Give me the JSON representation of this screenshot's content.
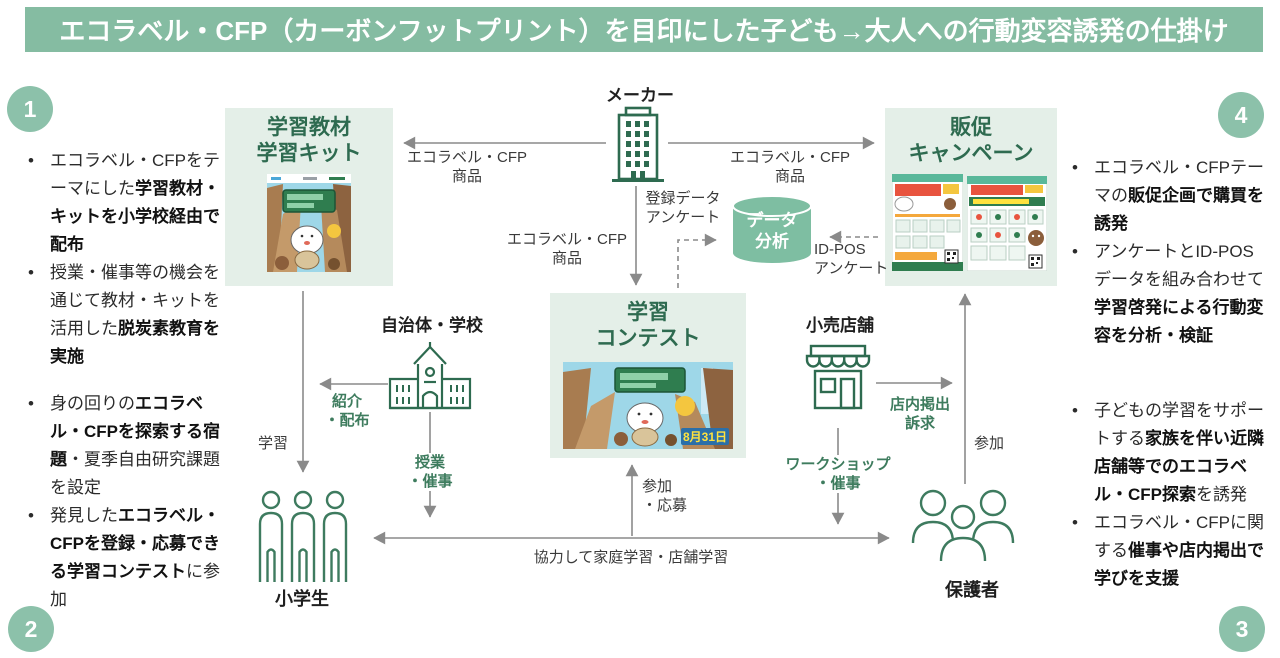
{
  "banner": {
    "title": "エコラベル・CFP（カーボンフットプリント）を目印にした子ども→大人への行動変容誘発の仕掛け"
  },
  "badges": {
    "b1": "1",
    "b2": "2",
    "b3": "3",
    "b4": "4"
  },
  "colors": {
    "banner_green": "#85BCA2",
    "badge_green": "#8CC1AA",
    "box_green": "#E4EFE8",
    "dark_green": "#2E6B50",
    "label_green": "#3E7C5E",
    "cylinder_green": "#7EBEA2",
    "arrow_gray": "#8A8A8A"
  },
  "icons": {
    "maker": "office-building-icon",
    "school": "school-building-icon",
    "store": "storefront-icon",
    "students": "three-children-icon",
    "guardians": "family-group-icon",
    "analysis": "database-cylinder-icon"
  },
  "notes": {
    "block1": [
      {
        "segments": [
          {
            "t": "エコラベル・CFPをテーマにした"
          },
          {
            "t": "学習教材・キットを小学校経由で配布",
            "b": true
          }
        ]
      },
      {
        "segments": [
          {
            "t": "授業・催事等の機会を通じて教材・キットを活用した"
          },
          {
            "t": "脱炭素教育を実施",
            "b": true
          }
        ]
      }
    ],
    "block2": [
      {
        "segments": [
          {
            "t": "身の回りの"
          },
          {
            "t": "エコラベル・CFPを探索する宿題",
            "b": true
          },
          {
            "t": "・夏季自由研究課題を設定"
          }
        ]
      },
      {
        "segments": [
          {
            "t": "発見した"
          },
          {
            "t": "エコラベル・CFPを登録・応募できる学習コンテスト",
            "b": true
          },
          {
            "t": "に参加"
          }
        ]
      }
    ],
    "block3": [
      {
        "segments": [
          {
            "t": "子どもの学習をサポートする"
          },
          {
            "t": "家族を伴い近隣店舗等でのエコラベル・CFP探索",
            "b": true
          },
          {
            "t": "を誘発"
          }
        ]
      },
      {
        "segments": [
          {
            "t": "エコラベル・CFPに関する"
          },
          {
            "t": "催事や店内掲出で学びを支援",
            "b": true
          }
        ]
      }
    ],
    "block4": [
      {
        "segments": [
          {
            "t": "エコラベル・CFPテーマの"
          },
          {
            "t": "販促企画で購買を誘発",
            "b": true
          }
        ]
      },
      {
        "segments": [
          {
            "t": "アンケートとID-POSデータを組み合わせて"
          },
          {
            "t": "学習啓発による行動変容を分析・検証",
            "b": true
          }
        ]
      }
    ]
  },
  "nodes": {
    "maker": "メーカー",
    "materials": "学習教材\n学習キット",
    "promo": "販促\nキャンペーン",
    "contest": "学習\nコンテスト",
    "school": "自治体・学校",
    "store": "小売店舗",
    "students": "小学生",
    "guardians": "保護者",
    "analysis": "データ\n分析"
  },
  "edges": {
    "product_left": "エコラベル・CFP\n商品",
    "product_right": "エコラベル・CFP\n商品",
    "product_center": "エコラベル・CFP\n商品",
    "register": "登録データ\nアンケート",
    "idpos": "ID-POS\nアンケート",
    "intro": "紹介\n・配布",
    "learning": "学習",
    "class_events": "授業\n・催事",
    "join_apply": "参加\n・応募",
    "instore": "店内掲出\n訴求",
    "workshop": "ワークショップ\n・催事",
    "join": "参加",
    "cooperate": "協力して家庭学習・店舗学習"
  },
  "images": {
    "contest_date": "8月31日"
  }
}
